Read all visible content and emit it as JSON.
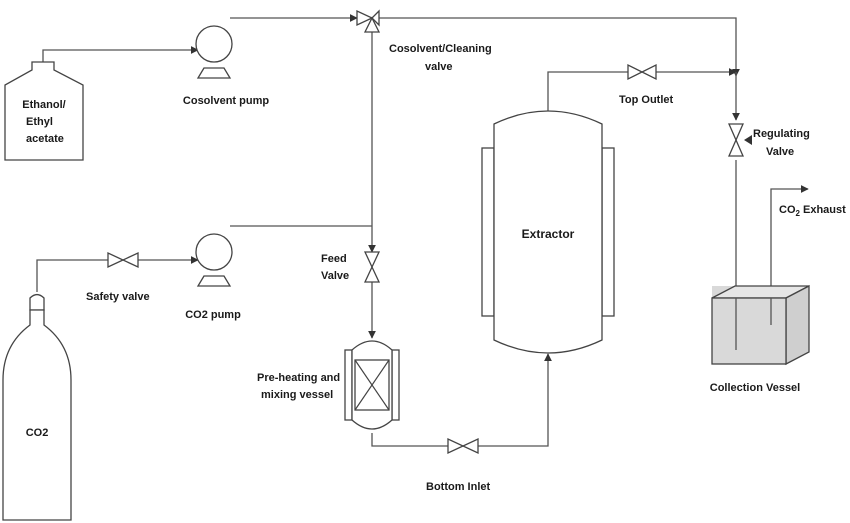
{
  "labels": {
    "ethanol_line1": "Ethanol/",
    "ethanol_line2": "Ethyl",
    "ethanol_line3": "acetate",
    "cosolvent_pump": "Cosolvent pump",
    "cleaning_valve_line1": "Cosolvent/Cleaning",
    "cleaning_valve_line2": "valve",
    "top_outlet": "Top Outlet",
    "regulating_line1": "Regulating",
    "regulating_line2": "Valve",
    "co2_exhaust_main": "CO",
    "co2_exhaust_sub": "2",
    "co2_exhaust_rest": " Exhaust",
    "extractor": "Extractor",
    "feed_line1": "Feed",
    "feed_line2": "Valve",
    "safety_valve": "Safety valve",
    "co2_pump": "CO2 pump",
    "preheat_line1": "Pre-heating and",
    "preheat_line2": "mixing vessel",
    "collection_vessel": "Collection Vessel",
    "co2_cylinder": "CO2",
    "bottom_inlet": "Bottom Inlet"
  },
  "colors": {
    "line": "#555555",
    "outline": "#444444",
    "collection_fill": "#d9d9d9",
    "background": "#ffffff"
  }
}
